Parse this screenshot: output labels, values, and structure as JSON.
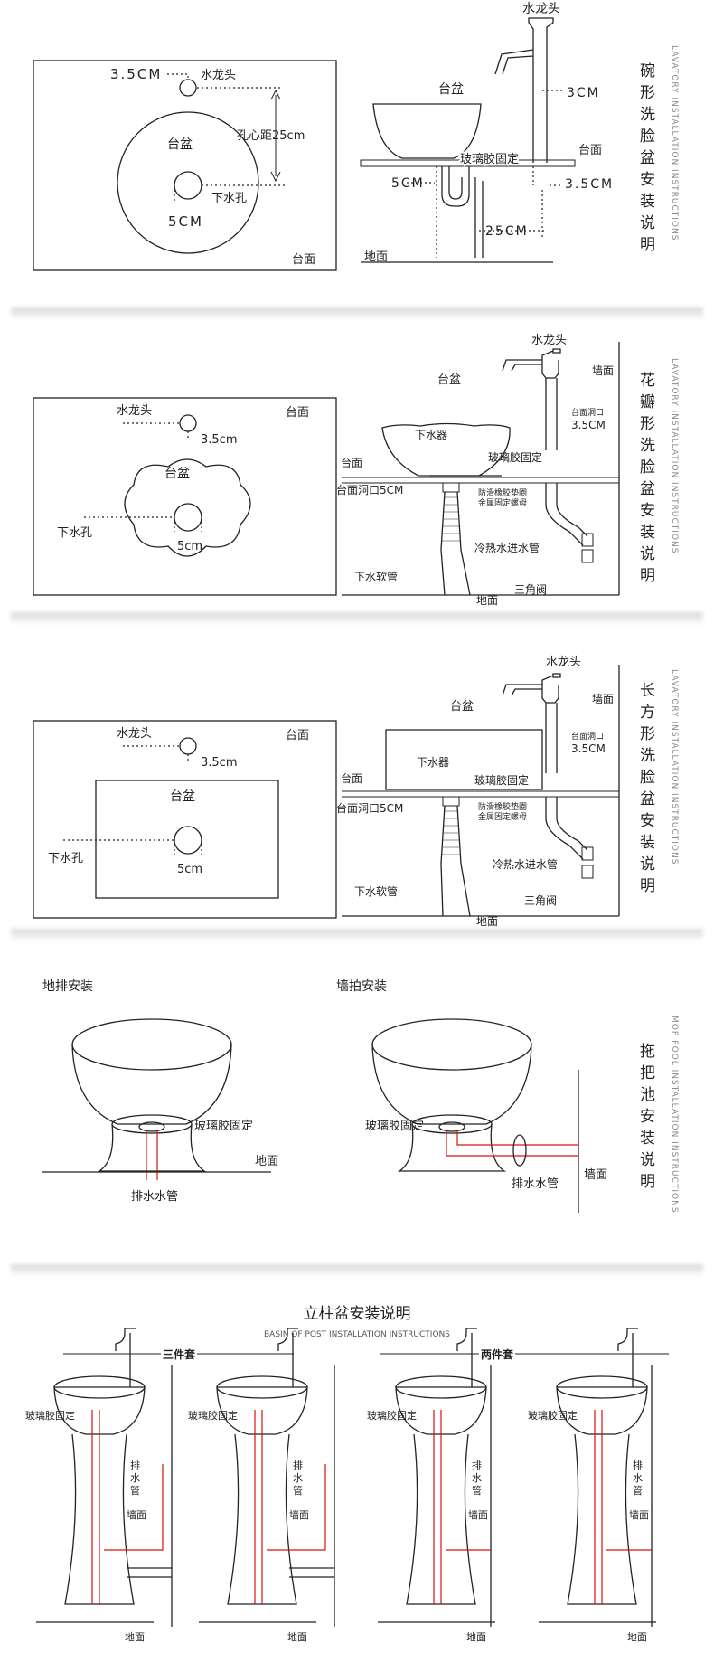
{
  "panel1": {
    "title": [
      "碗",
      "形",
      "洗",
      "脸",
      "盆",
      "安",
      "装",
      "说",
      "明"
    ],
    "subtitle": "LAVATORY INSTALLATION INSTRUCTIONS",
    "plan": {
      "d1": "3.5CM",
      "tap": "水龙头",
      "basin": "台盆",
      "center_dist": "孔心距25cm",
      "drain_hole": "下水孔",
      "d2": "5CM",
      "counter": "台面"
    },
    "side": {
      "tap": "水龙头",
      "basin": "台盆",
      "d1": "3CM",
      "counter": "台面",
      "glue": "玻璃胶固定",
      "d2": "5CM",
      "d3": "3.5CM",
      "d4": "25CM",
      "floor": "地面"
    }
  },
  "panel2": {
    "title": [
      "花",
      "瓣",
      "形",
      "洗",
      "脸",
      "盆",
      "安",
      "装",
      "说",
      "明"
    ],
    "subtitle": "LAVATORY INSTALLATION INSTRUCTIONS",
    "plan": {
      "tap": "水龙头",
      "counter": "台面",
      "d1": "3.5cm",
      "basin": "台盆",
      "drain_hole": "下水孔",
      "d2": "5cm"
    },
    "side": {
      "tap": "水龙头",
      "wall": "墙面",
      "basin": "台盆",
      "counter_hole_label": "台面洞口",
      "counter_hole_val": "3.5CM",
      "drain": "下水器",
      "counter": "台面",
      "glue": "玻璃胶固定",
      "hole5": "台面洞口5CM",
      "nut1": "防滑橡胶垫圈",
      "nut2": "金属固定螺母",
      "inlet": "冷热水进水管",
      "hose": "下水软管",
      "valve": "三角阀",
      "floor": "地面"
    }
  },
  "panel3": {
    "title": [
      "长",
      "方",
      "形",
      "洗",
      "脸",
      "盆",
      "安",
      "装",
      "说",
      "明"
    ],
    "subtitle": "LAVATORY INSTALLATION INSTRUCTIONS",
    "plan": {
      "tap": "水龙头",
      "counter": "台面",
      "d1": "3.5cm",
      "basin": "台盆",
      "drain_hole": "下水孔",
      "d2": "5cm"
    },
    "side": {
      "tap": "水龙头",
      "wall": "墙面",
      "basin": "台盆",
      "counter_hole_label": "台面洞口",
      "counter_hole_val": "3.5CM",
      "drain": "下水器",
      "counter": "台面",
      "glue": "玻璃胶固定",
      "hole5": "台面洞口5CM",
      "nut1": "防滑橡胶垫圈",
      "nut2": "金属固定螺母",
      "inlet": "冷热水进水管",
      "hose": "下水软管",
      "valve": "三角阀",
      "floor": "地面"
    }
  },
  "panel4": {
    "title": [
      "拖",
      "把",
      "池",
      "安",
      "装",
      "说",
      "明"
    ],
    "subtitle": "MOP POOL INSTALLATION INSTRUCTIONS",
    "left": {
      "heading": "地排安装",
      "glue": "玻璃胶固定",
      "floor": "地面",
      "pipe": "排水水管"
    },
    "right": {
      "heading": "墙拍安装",
      "glue": "玻璃胶固定",
      "wall": "墙面",
      "pipe": "排水水管"
    }
  },
  "panel5": {
    "title": "立柱盆安装说明",
    "subtitle": "BASIN OF POST INSTALLATION INSTRUCTIONS",
    "group1": "三件套",
    "group2": "两件套",
    "glue": "玻璃胶固定",
    "drain_pipe": "排水管",
    "wall": "墙面",
    "floor": "地面"
  }
}
